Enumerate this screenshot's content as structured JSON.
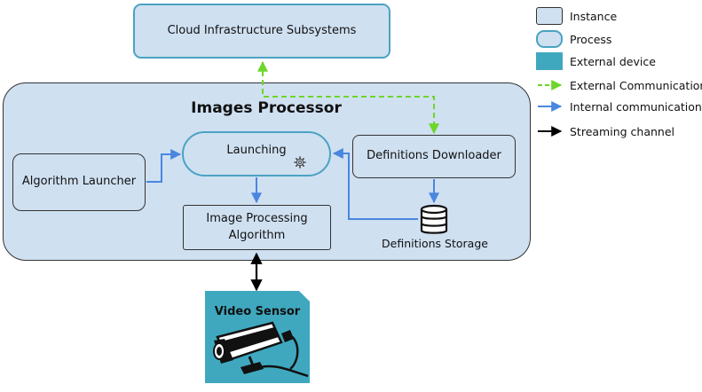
{
  "nodes": {
    "cloud": "Cloud Infrastructure Subsystems",
    "processor_title": "Images Processor",
    "launcher": "Algorithm Launcher",
    "launching": "Launching",
    "downloader": "Definitions Downloader",
    "ipa": "Image Processing Algorithm",
    "storage": "Definitions Storage",
    "sensor": "Video Sensor"
  },
  "legend": {
    "instance": "Instance",
    "process": "Process",
    "device": "External device",
    "external": "External Communication",
    "internal": "Internal communication",
    "streaming": "Streaming channel"
  },
  "colors": {
    "instance_fill": "#cfe0f1",
    "process_border": "#4aa3c2",
    "device_fill": "#3fa8bf",
    "external_edge": "#6cd62a",
    "internal_edge": "#4a86df",
    "streaming_edge": "#000000"
  }
}
